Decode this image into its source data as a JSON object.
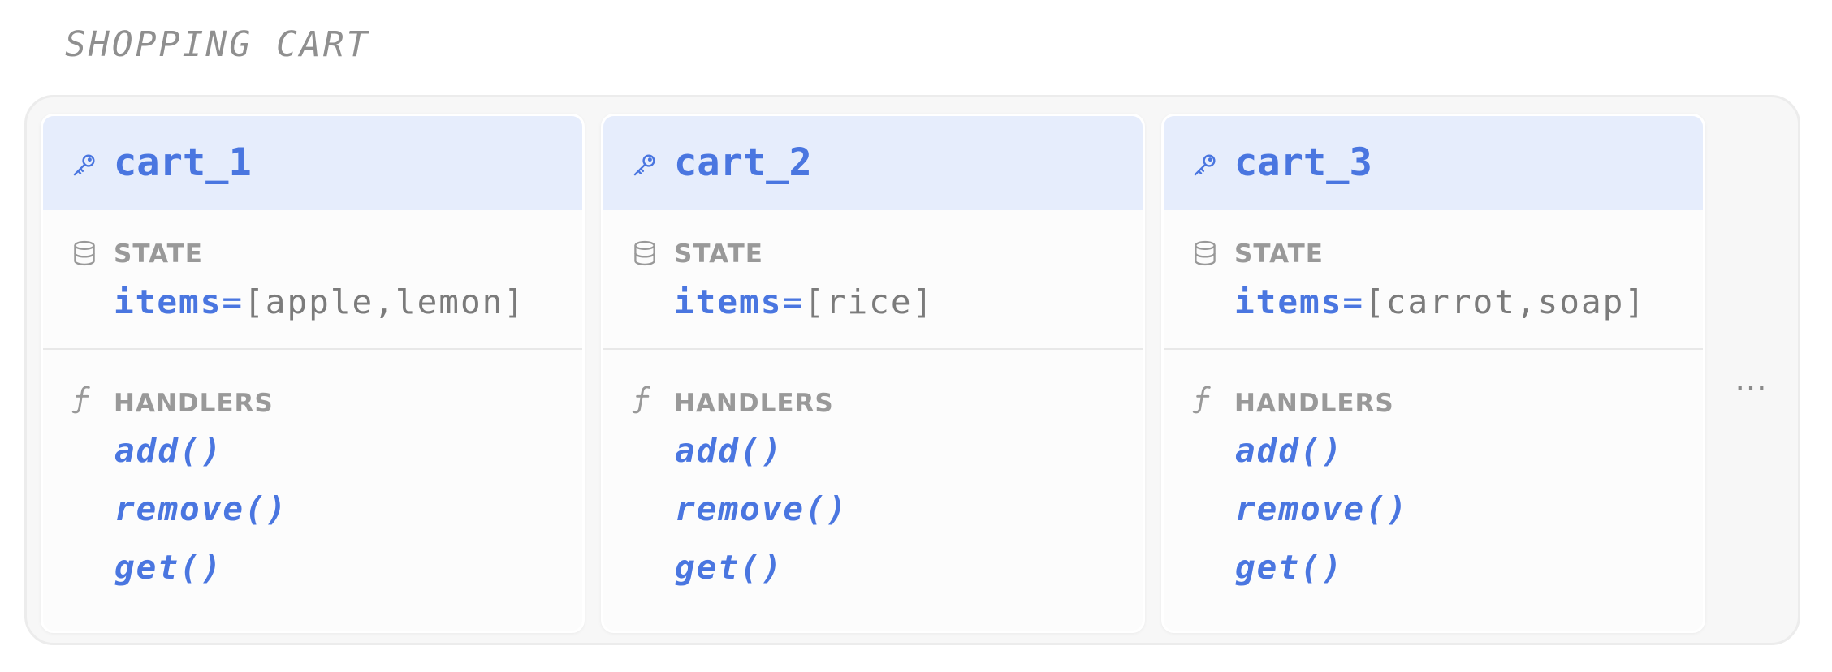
{
  "title": "SHOPPING CART",
  "colors": {
    "accent": "#4a76e0",
    "header_bg": "#e6edfc",
    "muted": "#999999",
    "value": "#7b7b7b"
  },
  "labels": {
    "state": "STATE",
    "handlers": "HANDLERS"
  },
  "icons": {
    "card_header": "key-icon",
    "state_section": "database-icon",
    "handlers_section": "function-icon"
  },
  "cards": [
    {
      "id": "cart_1",
      "state": {
        "key": "items",
        "eq": "=",
        "value": "[apple,lemon]"
      },
      "handlers": [
        "add()",
        "remove()",
        "get()"
      ]
    },
    {
      "id": "cart_2",
      "state": {
        "key": "items",
        "eq": "=",
        "value": "[rice]"
      },
      "handlers": [
        "add()",
        "remove()",
        "get()"
      ]
    },
    {
      "id": "cart_3",
      "state": {
        "key": "items",
        "eq": "=",
        "value": "[carrot,soap]"
      },
      "handlers": [
        "add()",
        "remove()",
        "get()"
      ]
    }
  ],
  "more_indicator": "…"
}
